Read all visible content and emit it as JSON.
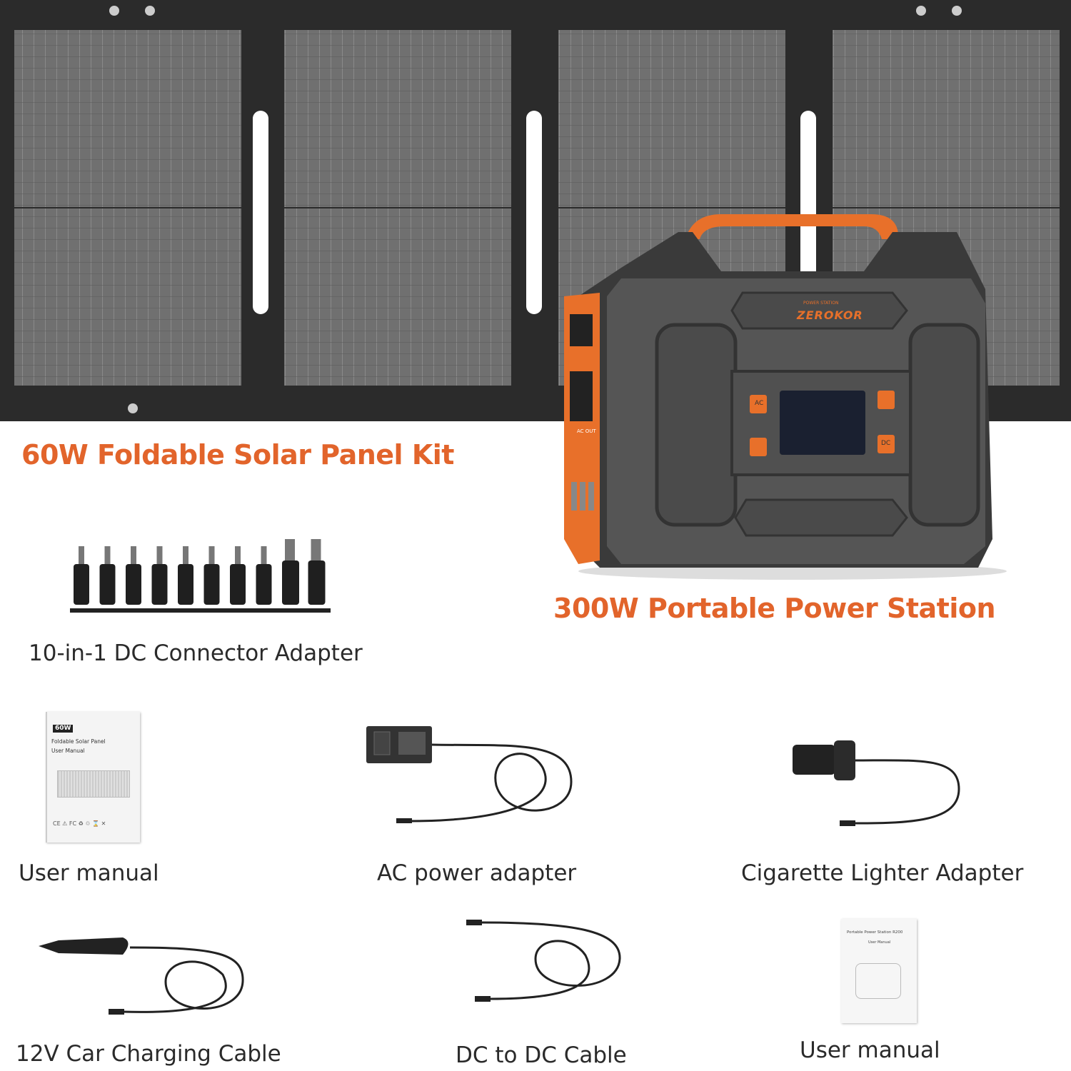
{
  "solar_panel": {
    "title": "60W Foldable Solar Panel Kit",
    "frame_color": "#2b2b2b",
    "cell_color": "#6d6d6d"
  },
  "power_station": {
    "title": "300W Portable Power Station",
    "brand": "ZEROKOR",
    "brand_sub": "POWER STATION",
    "button_ac": "AC",
    "button_dc": "DC",
    "ac_out_label": "AC OUT",
    "accent_color": "#e8702a",
    "body_color": "#4a4a4a"
  },
  "accessories": {
    "dc_adapter": {
      "label": "10-in-1 DC Connector Adapter",
      "tips": 10
    },
    "solar_manual": {
      "label": "User manual",
      "badge": "60W",
      "line1": "Foldable Solar Panel",
      "line2": "User Manual",
      "marks": "CE ⚠ FC ♻ ♲ ⌛ ✕"
    },
    "ac_adapter": {
      "label": "AC power adapter"
    },
    "cig_adapter": {
      "label": "Cigarette Lighter Adapter"
    },
    "car_cable": {
      "label": "12V Car Charging Cable"
    },
    "dc_cable": {
      "label": "DC to DC Cable"
    },
    "station_manual": {
      "label": "User manual",
      "line1": "Portable Power Station R200",
      "line2": "User Manual"
    }
  },
  "colors": {
    "title_orange": "#e2642b",
    "text": "#2a2a2a"
  }
}
